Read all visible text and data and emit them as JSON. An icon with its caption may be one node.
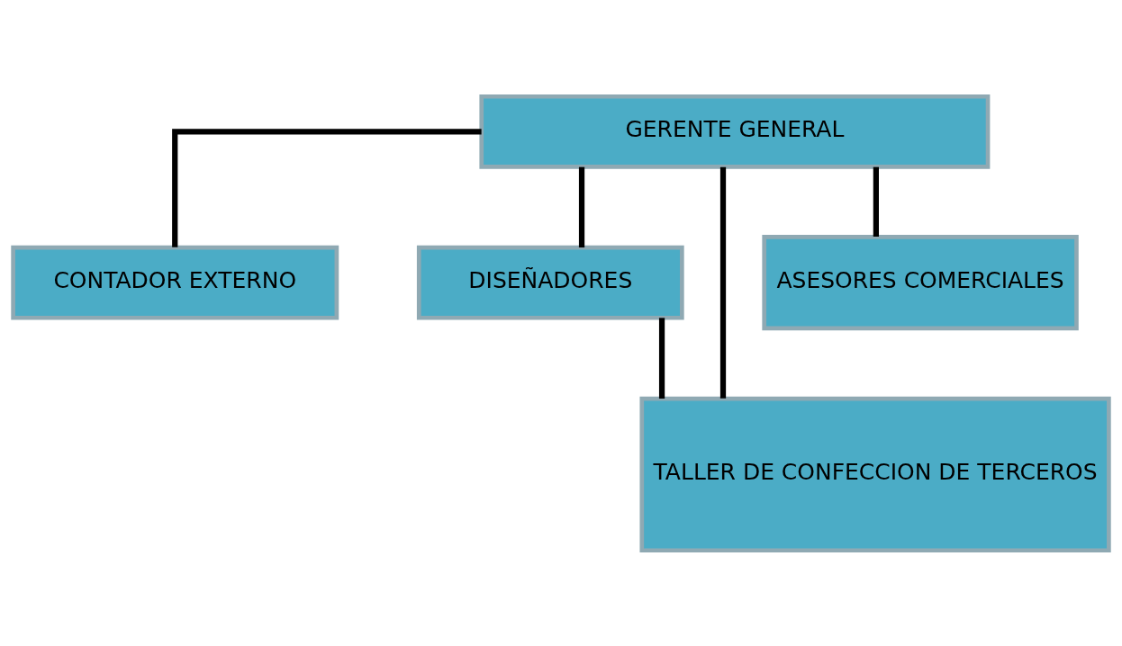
{
  "diagram": {
    "nodes": [
      {
        "text": [
          "GERENTE GENERAL"
        ]
      },
      {
        "text": [
          "CONTADOR EXTERNO"
        ]
      },
      {
        "text": [
          "DISEÑADORES"
        ]
      },
      {
        "text": [
          "ASESORES COMERCIALES"
        ]
      },
      {
        "text": [
          "TALLER DE CONFECCION DE TERCEROS"
        ]
      }
    ],
    "edges": [
      {
        "from": 0,
        "to": 1,
        "arrow": "none"
      },
      {
        "from": 0,
        "to": 2,
        "arrow": "none"
      },
      {
        "from": 0,
        "to": 4,
        "arrow": "none"
      },
      {
        "from": 0,
        "to": 3,
        "arrow": "none"
      },
      {
        "from": 2,
        "to": 4,
        "arrow": "none"
      }
    ]
  }
}
